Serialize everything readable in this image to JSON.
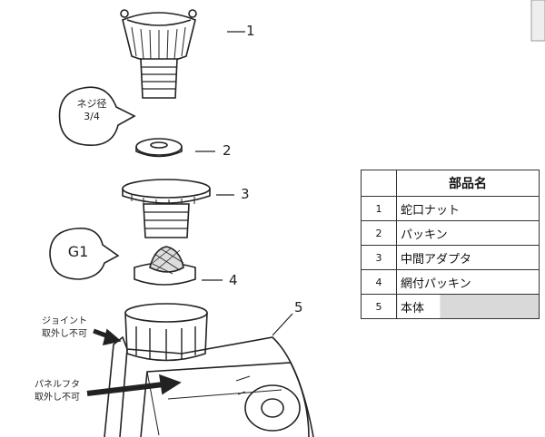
{
  "callouts": {
    "labels": [
      "1",
      "2",
      "3",
      "4",
      "5"
    ],
    "thread_note_line1": "ネジ径",
    "thread_note_line2": "3/4",
    "g1_note": "G1",
    "joint_note_line1": "ジョイント",
    "joint_note_line2": "取外し不可",
    "panel_note_line1": "パネルフタ",
    "panel_note_line2": "取外し不可"
  },
  "parts_table": {
    "header": "部品名",
    "rows": [
      {
        "num": "1",
        "name": "蛇口ナット"
      },
      {
        "num": "2",
        "name": "パッキン"
      },
      {
        "num": "3",
        "name": "中間アダプタ"
      },
      {
        "num": "4",
        "name": "網付パッキン"
      },
      {
        "num": "5",
        "name": "本体"
      }
    ]
  }
}
